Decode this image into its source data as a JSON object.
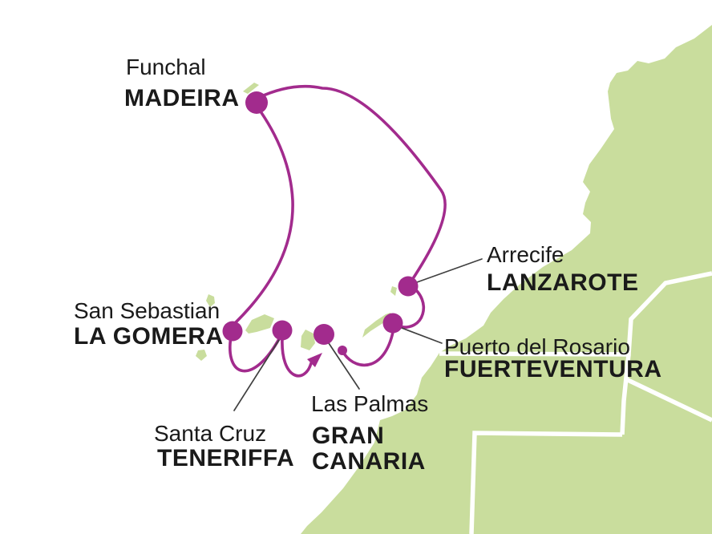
{
  "colors": {
    "ocean": "#ffffff",
    "land": "#c9dd9d",
    "border": "#ffffff",
    "route": "#a22b8d",
    "leader": "#404040",
    "label": "#1a1a1a"
  },
  "ports": {
    "madeira": {
      "city": "Funchal",
      "island": "MADEIRA"
    },
    "lanzarote": {
      "city": "Arrecife",
      "island": "LANZAROTE"
    },
    "la_gomera": {
      "city": "San Sebastian",
      "island": "LA GOMERA"
    },
    "fuerteventura": {
      "city": "Puerto del Rosario",
      "island": "FUERTEVENTURA"
    },
    "teneriffa": {
      "city": "Santa Cruz",
      "island": "TENERIFFA"
    },
    "gran_canaria": {
      "city": "Las Palmas",
      "island_line1": "GRAN",
      "island_line2": "CANARIA"
    }
  }
}
